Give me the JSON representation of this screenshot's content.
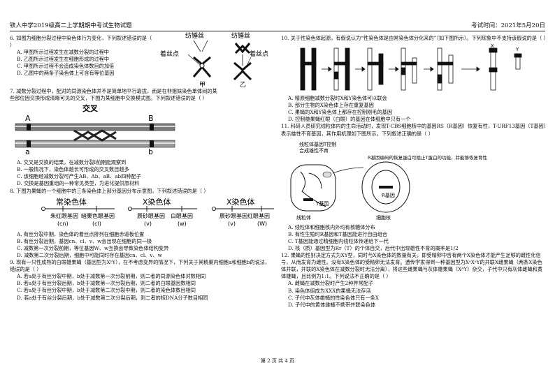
{
  "header": {
    "left": "铁人中学2019级高二上学期期中考试生物试题",
    "right": "考试时间：2021年5月20日"
  },
  "footer": "第 2 页 共 4 页",
  "q6": {
    "stem": "6. 如图为细胞分裂过程中染色体行为变化，下列叙述错误的是（    ）",
    "options": [
      "A. 甲图所示过程发生在减数分裂的过程中",
      "B. 乙图所示过程发生在细胞形成的过程中",
      "C. 甲图所示过程不会造成染色体数目的加倍",
      "D. 乙图中的两条子染色体上可含有等位基因"
    ],
    "fig": {
      "spindle1": "纺锤丝",
      "spindle2": "纺锤丝",
      "centromere1": "着丝点",
      "centromere2": "着丝点",
      "jia": "甲",
      "yi": "乙"
    }
  },
  "q7": {
    "stem": "7. 减数分裂过程中，配对的同源染色体并不是简单地平行靠拢，而是在非姐妹染色单体间的某些部位因交换形成清晰可见的交叉，下图为某细胞中交换模式图。下列叙述错误的是（    ）",
    "fig": {
      "cross": "交叉",
      "A": "A",
      "B": "B",
      "a": "a",
      "b": "b"
    },
    "options": [
      "A. 交叉是交换的结果，在减数分裂Ⅰ前期能观察到",
      "B. 一般情况下，染色体越长可形成的交叉数目越多",
      "C. 该细胞经减数分裂可产生AB、Ab、aB、ab四种配子",
      "D. 交换是基因重组的一种常见类型，为进化提供原材料"
    ]
  },
  "q8": {
    "stem": "8. 下图为果蝇的一个细胞中的三条染色体上部分基因分布示意图，下列叙述错误的是（    ）",
    "fig": {
      "t1": "常染色体",
      "t2": "X染色体",
      "t3": "X染色体",
      "genes": [
        {
          "name": "朱红眼基因",
          "code": "(cn)"
        },
        {
          "name": "暗栗色眼基因",
          "code": "(cl)"
        },
        {
          "name": "辰砂眼基因",
          "code": "(v)"
        },
        {
          "name": "白眼基因",
          "code": "(w)"
        },
        {
          "name": "辰砂眼基因",
          "code": "(v)"
        },
        {
          "name": "红眼基因",
          "code": "(W)"
        }
      ]
    },
    "options": [
      "A. 有丝分裂中期，染色体的着丝点排列在细胞赤道板位置",
      "B. 有丝分裂后期，基因cn、cl、v、w会出现在细胞的同一极",
      "C. 减数第一次分裂前期，等位基因W、w互换会导致染色体结构变异",
      "D. 减数第二次分裂后期，细胞中可能同时存在基因cn、cl、v、w"
    ]
  },
  "q9": {
    "stem": "9. 现有一只性成熟的白眼雄果蝇（基因型为XᵇY），在不考虑变异的情况下，下列关于其精巢内细胞a和细胞b的说法，错误的是（    ）",
    "options": [
      "A. 若a处于有丝分裂中期，b处于减数第一次分裂前期，则二者的同源染色体对数相同",
      "B. 若a处于有丝分裂后期，b处于减数第一次分裂后期，则二者的白眼基因数相同",
      "C. 若a处于有丝分裂中期，b处于减数第二次分裂中期，则二者的染色体数目相同",
      "D. 若a处于有丝分裂后期，b处于减数第二次分裂后期，则二者的核DNA分子数目相同"
    ]
  },
  "q10": {
    "stem": "10. 关于性染色体起源，有假说认为“性染色体是由常染色体分化来的”（如下图所示）。下列现象中不支持该假说的是（    ）",
    "fig": {
      "x": "X",
      "y": "Y"
    },
    "options": [
      "A. 精原细胞减数分裂时X和Y染色体可以联会",
      "B. 部分生物的X染色体上存在重复基因",
      "C. 果蝇的X和Y染色体上都存在控制刚毛的基因",
      "D. 控制雄果蝇红眼（白眼）的基因在体细胞中只有一个"
    ]
  },
  "q11": {
    "stem": "11. 科研人员研究线粒体内的生命活动时，发现T-CBS细胞核中的基因RS（R基因）恢复有性，T-URF13基因（T基因）表示雄性不育基因，其作用机理如下图所示。下列叙述正确的是（    ）",
    "fig": {
      "note1": "线粒体基因T控制",
      "note2": "合成雄性不育",
      "note3": "R基因编码的恢复蛋白可阻止T蛋白的功能，并能够恢复育性",
      "tgene": "T基因",
      "rgene": "R基因",
      "mito": "线粒体",
      "nucleus": "细胞核"
    },
    "options": [
      "A. 线粒体和细胞核内外均有核糖体分布",
      "B. 有性生殖时R基因和T基因能进行自由组合",
      "C. T基因能通过精细胞内线粒体传递给下一代",
      "D. 核（质）基因型为Rr（T）的个体自交，后代中出现雄性不育的概率是1/2"
    ]
  },
  "q12": {
    "stem": "12. 果蝇的性别决定方式为XY型，同时与X染色体的数量有关，即受精卵中含有两个X染色体才能产生足够的雌性化信号，从而发育为雌性。没有X染色体的受精卵无法发育。遗传学家得到一种基因型为XᵃXᵃY的并联X雌果蝇（两条X染色体并联，并联的X染色体在减数分裂时无法分离），将这些雌果蝇与灰体雄果蝇（XᴬY）杂交，子代中只有灰体雌蝇和黄体雄蝇，且比例为1:1。下列说法不正确的是（    ）",
    "options": [
      "A. 雌蝇在减数分裂时产生2种异常配子",
      "B. 染色体组成为XXX的果蝇无法存活",
      "C. 子代中灰体雄蝇的性染色体只有一条X",
      "D. 子代中的黄体雌蝇不携带并联染色体"
    ]
  }
}
